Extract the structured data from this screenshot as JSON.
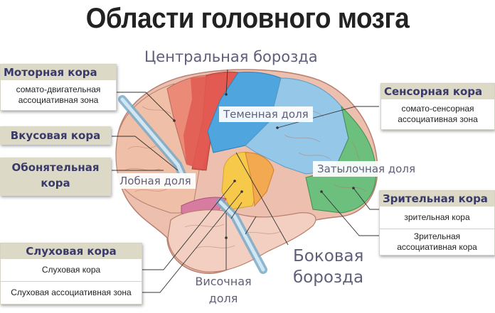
{
  "title": "Области головного мозга",
  "brain_labels": {
    "central_sulcus": "Центральная борозда",
    "parietal_lobe": "Теменная доля",
    "frontal_lobe": "Лобная доля",
    "occipital_lobe": "Затылочная доля",
    "lateral_sulcus": "Боковая борозда",
    "temporal_lobe": "Височная доля"
  },
  "callouts": {
    "motor": {
      "header": "Моторная кора",
      "rows": [
        "сомато-двигательная ассоциативная зона"
      ]
    },
    "gustatory": {
      "header": "Вкусовая кора"
    },
    "olfactory": {
      "header": "Обонятельная кора"
    },
    "auditory": {
      "header": "Слуховая кора",
      "rows": [
        "Слуховая кора",
        "Слуховая ассоциативная зона"
      ]
    },
    "sensory": {
      "header": "Сенсорная кора",
      "rows": [
        "сомато-сенсорная ассоциативная зона"
      ]
    },
    "visual": {
      "header": "Зрительная кора",
      "rows": [
        "зрительная кора",
        "Зрительная ассоциативная кора"
      ]
    }
  },
  "colors": {
    "motor_red": "#e0564f",
    "motor_light": "#ec8a78",
    "parietal_blue": "#4fa6de",
    "parietal_light": "#95c8e8",
    "occipital_green": "#6cbf7c",
    "auditory_yellow": "#f6c94a",
    "auditory_orange": "#f3a94f",
    "frontal_pink": "#efc3b0",
    "temporal_pink": "#f2cfc0",
    "olfactory_magenta": "#d77ba0",
    "header_bg": "#dcd9c6",
    "header_text": "#3a3a6a",
    "label_text": "#5f5f7a"
  }
}
